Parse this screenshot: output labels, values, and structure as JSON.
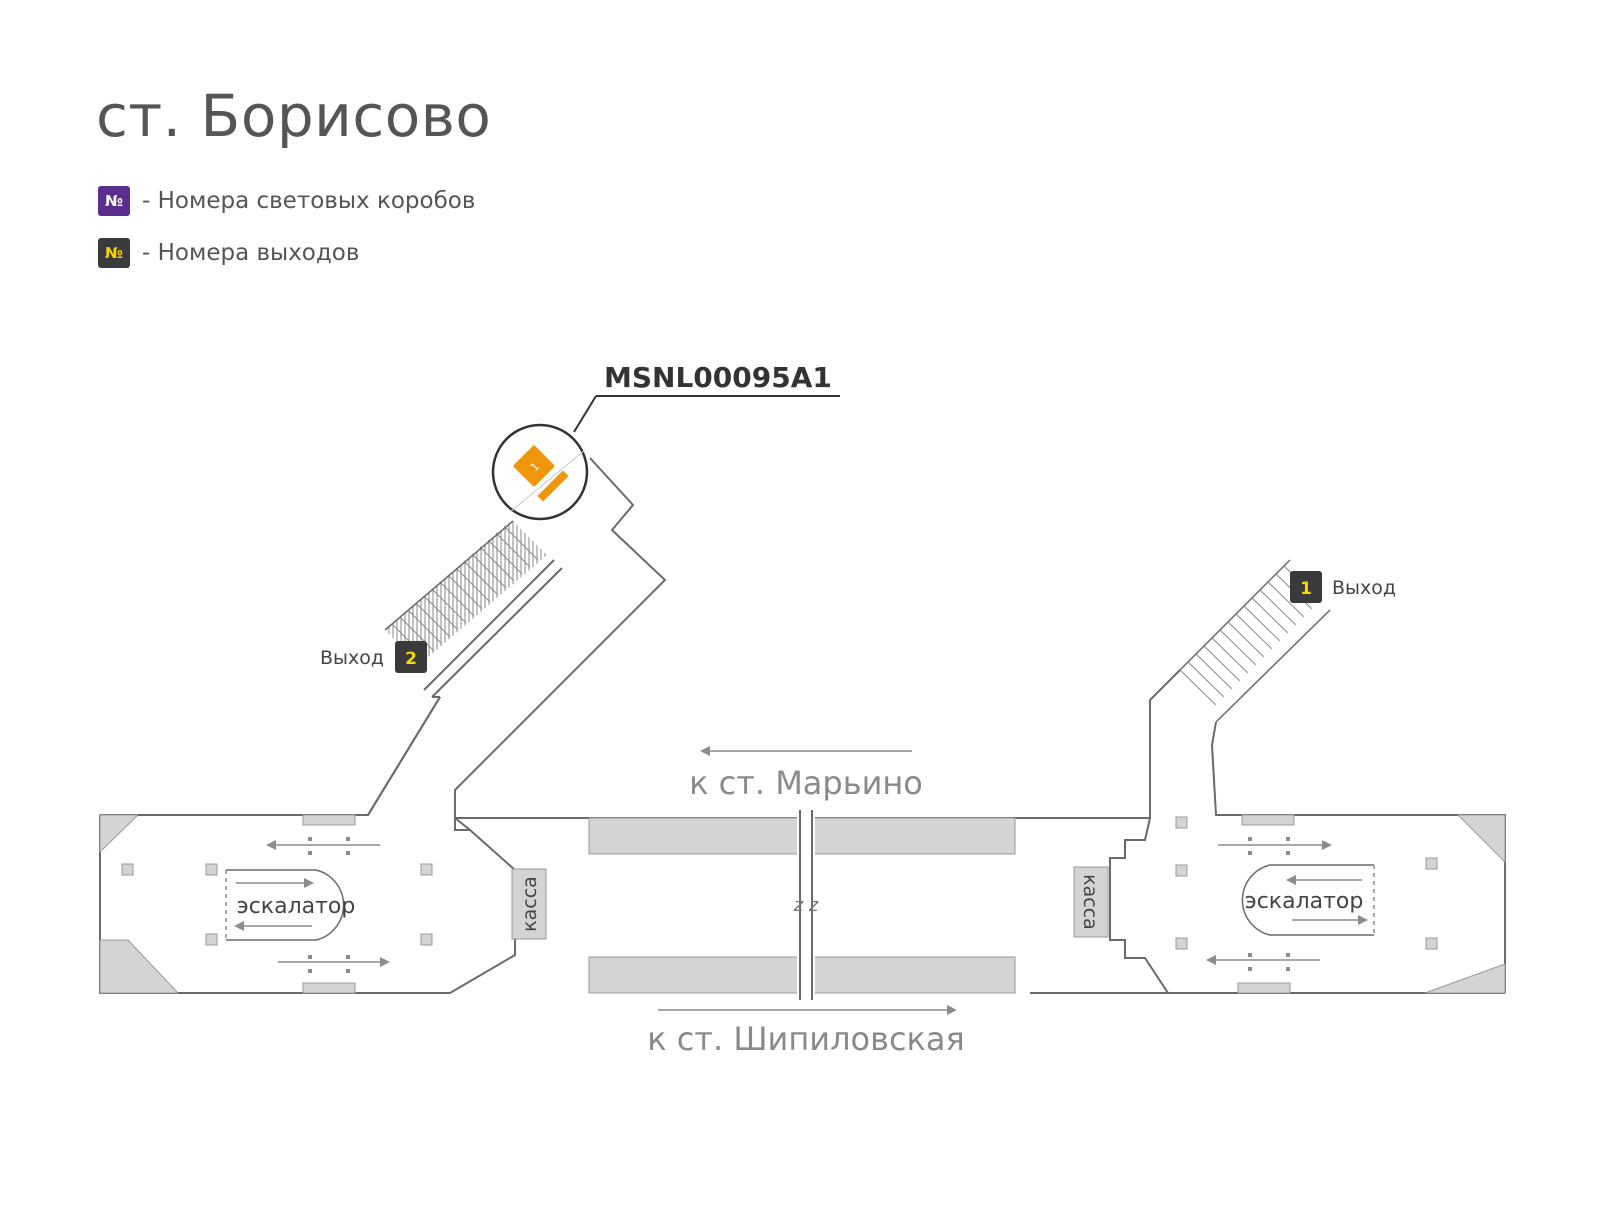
{
  "station_title": "ст. Борисово",
  "legend": {
    "lightbox": {
      "badge": "№",
      "text": "- Номера световых коробов",
      "color": "#5b2d8e"
    },
    "exit": {
      "badge": "№",
      "text": "- Номера выходов",
      "color": "#3a3a3a",
      "badge_text_color": "#f5d800"
    }
  },
  "lightbox_code": "MSNL00095A1",
  "lightbox_number": "1",
  "exits": [
    {
      "label": "Выход",
      "number": "1"
    },
    {
      "label": "Выход",
      "number": "2"
    }
  ],
  "directions": {
    "to_marino": "к ст. Марьино",
    "to_shipilovskaya": "к ст. Шипиловская"
  },
  "escalator_label": "эскалатор",
  "kassa_label": "касса",
  "break_mark": "z z",
  "colors": {
    "accent": "#f0960a",
    "wall": "#6a6a6a",
    "fill": "#d4d4d4",
    "arrow": "#8c8c8c"
  }
}
